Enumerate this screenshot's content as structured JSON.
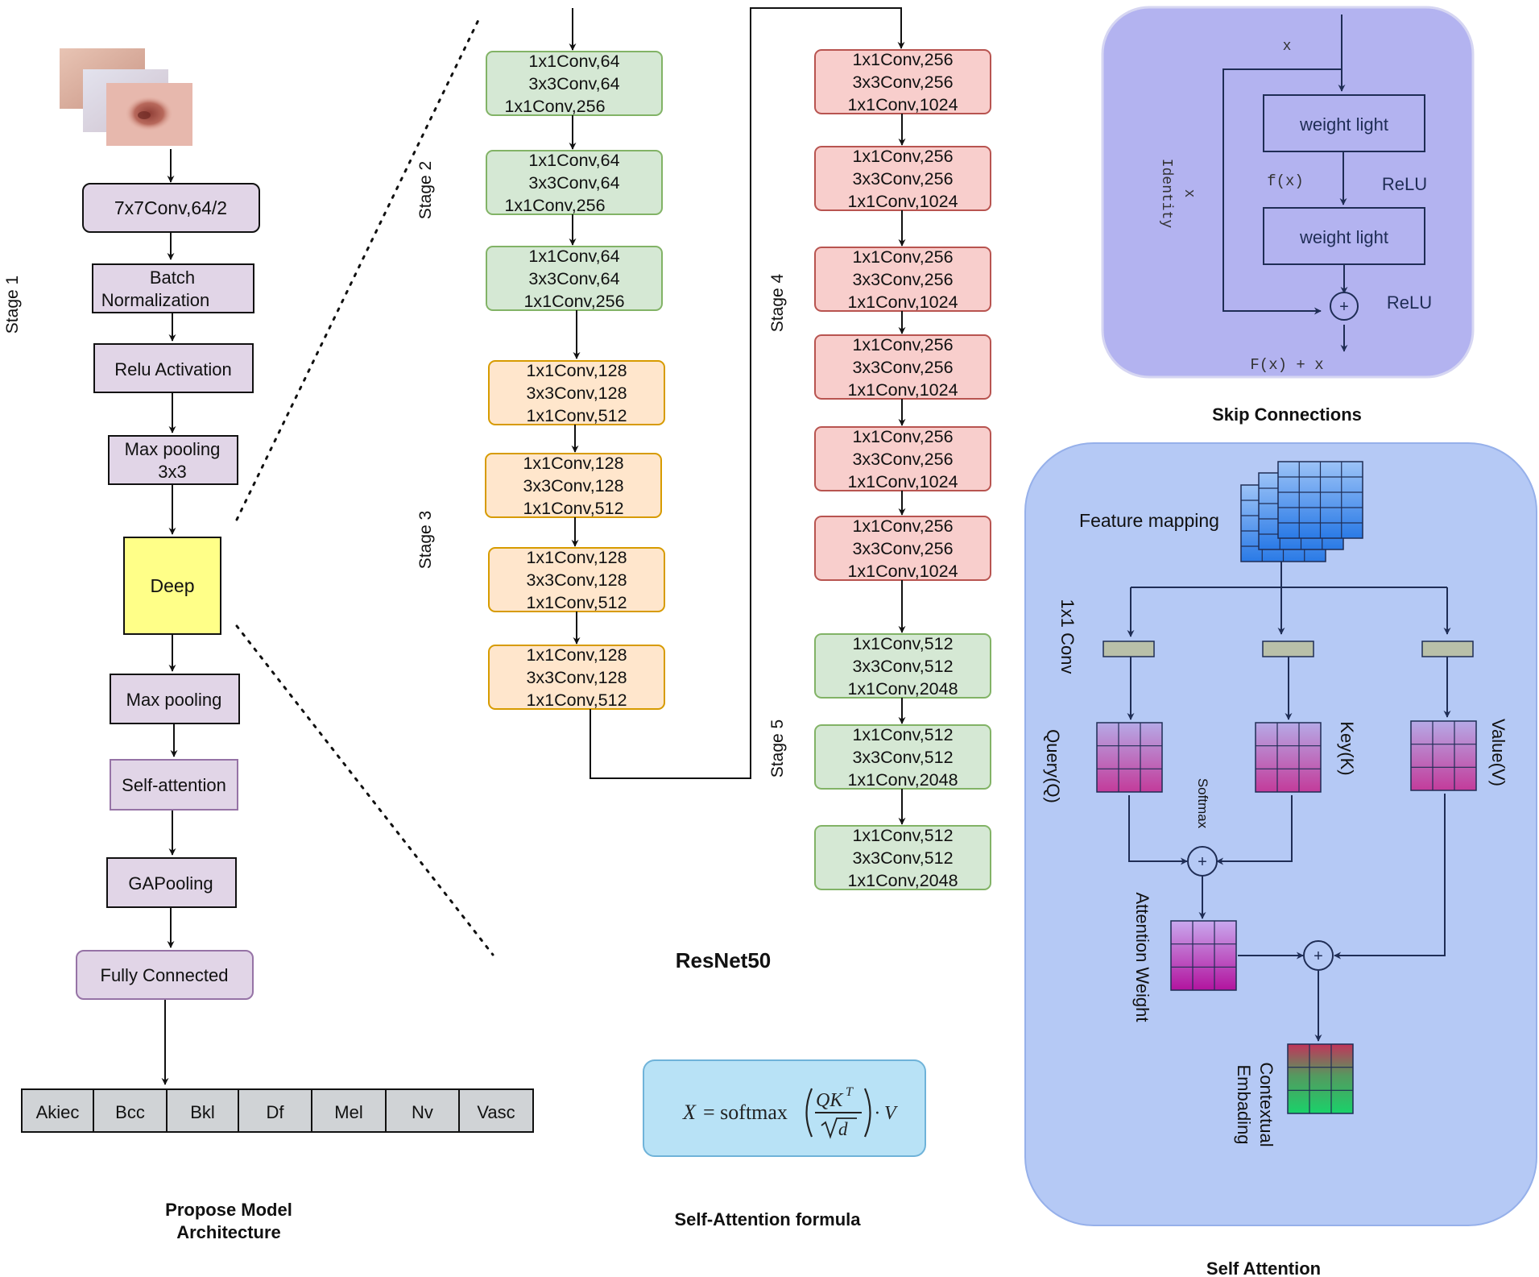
{
  "pipeline": {
    "stage_label": "Stage 1",
    "conv": "7x7Conv,64/2",
    "batch_norm": [
      "Batch",
      "Normalization"
    ],
    "relu": "Relu Activation",
    "maxpool1": [
      "Max pooling",
      "3x3"
    ],
    "deep": "Deep",
    "maxpool2": "Max pooling",
    "self_attention": "Self-attention",
    "gap": "GAPooling",
    "fc": "Fully Connected",
    "classes": [
      "Akiec",
      "Bcc",
      "Bkl",
      "Df",
      "Mel",
      "Nv",
      "Vasc"
    ],
    "caption": [
      "Propose Model",
      "Architecture"
    ]
  },
  "resnet": {
    "title": "ResNet50",
    "stage_labels": [
      "Stage 2",
      "Stage 3",
      "Stage 4",
      "Stage 5"
    ],
    "stage2": [
      [
        "1x1Conv,64",
        "3x3Conv,64",
        "1x1Conv,256"
      ],
      [
        "1x1Conv,64",
        "3x3Conv,64",
        "1x1Conv,256"
      ],
      [
        "1x1Conv,64",
        "3x3Conv,64",
        "1x1Conv,256"
      ]
    ],
    "stage3": [
      [
        "1x1Conv,128",
        "3x3Conv,128",
        "1x1Conv,512"
      ],
      [
        "1x1Conv,128",
        "3x3Conv,128",
        "1x1Conv,512"
      ],
      [
        "1x1Conv,128",
        "3x3Conv,128",
        "1x1Conv,512"
      ],
      [
        "1x1Conv,128",
        "3x3Conv,128",
        "1x1Conv,512"
      ]
    ],
    "stage4": [
      [
        "1x1Conv,256",
        "3x3Conv,256",
        "1x1Conv,1024"
      ],
      [
        "1x1Conv,256",
        "3x3Conv,256",
        "1x1Conv,1024"
      ],
      [
        "1x1Conv,256",
        "3x3Conv,256",
        "1x1Conv,1024"
      ],
      [
        "1x1Conv,256",
        "3x3Conv,256",
        "1x1Conv,1024"
      ],
      [
        "1x1Conv,256",
        "3x3Conv,256",
        "1x1Conv,1024"
      ],
      [
        "1x1Conv,256",
        "3x3Conv,256",
        "1x1Conv,1024"
      ]
    ],
    "stage5": [
      [
        "1x1Conv,512",
        "3x3Conv,512",
        "1x1Conv,2048"
      ],
      [
        "1x1Conv,512",
        "3x3Conv,512",
        "1x1Conv,2048"
      ],
      [
        "1x1Conv,512",
        "3x3Conv,512",
        "1x1Conv,2048"
      ]
    ]
  },
  "formula": {
    "lhs": "X",
    "softmax": "= softmax",
    "numerator": "QK",
    "superscript": "T",
    "denominator": "d",
    "rhs": "· V",
    "caption": "Self-Attention formula"
  },
  "skip": {
    "x_top": "x",
    "identity": [
      "x",
      "Identity"
    ],
    "fx": "f(x)",
    "weight1": "weight light",
    "weight2": "weight light",
    "relu1": "ReLU",
    "relu2": "ReLU",
    "output": "F(x) + x",
    "caption": "Skip Connections"
  },
  "attention": {
    "feature_mapping": "Feature mapping",
    "conv": "1x1 Conv",
    "query": "Query(Q)",
    "key": "Key(K)",
    "value": "Value(V)",
    "softmax": "Softmax",
    "weight": "Attention Weight",
    "embedding": [
      "Contextual",
      "Embading"
    ],
    "caption": "Self Attention"
  },
  "colors": {
    "pipeline_fill": "#e1d5e7",
    "deep_fill": "#ffff88",
    "stage2_fill": "#d5e8d4",
    "stage2_stroke": "#82b366",
    "stage3_fill": "#ffe6cc",
    "stage3_stroke": "#d79b00",
    "stage4_fill": "#f8cecc",
    "stage4_stroke": "#b85450",
    "skip_panel": "#b3b3f0",
    "attention_panel": "#b5c9f5",
    "formula_panel": "#b8e2f6",
    "class_fill": "#d0d3d6"
  },
  "icons": [
    "skin-lesion-images",
    "sum-node-icon",
    "matrix-grid-icon"
  ]
}
